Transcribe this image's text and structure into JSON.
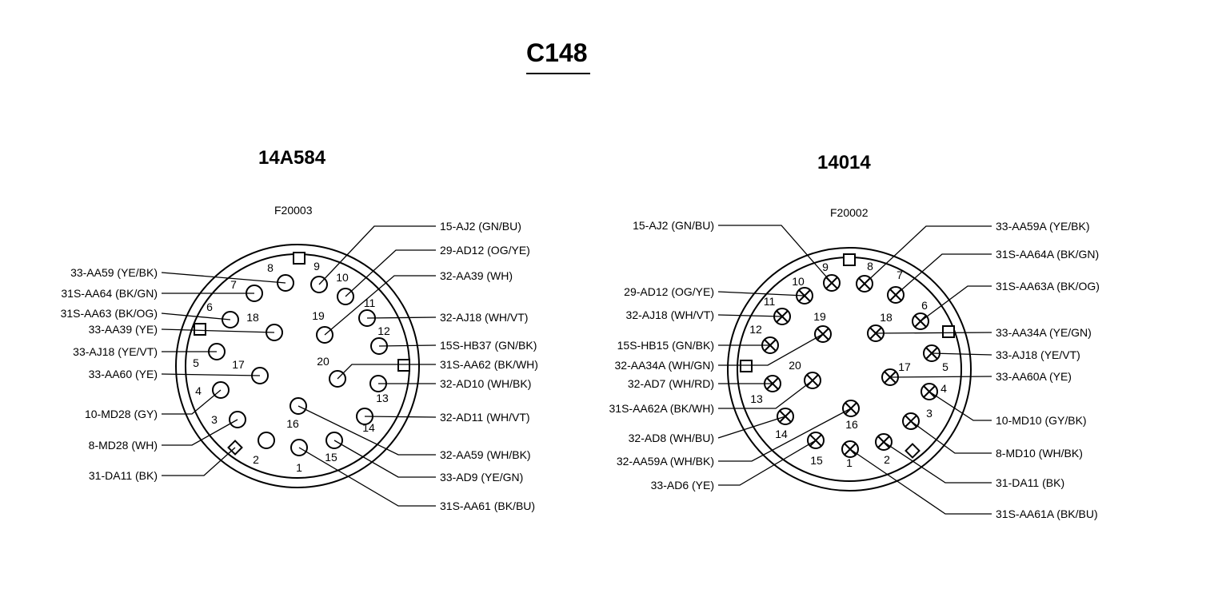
{
  "title": "C148",
  "left_connector": {
    "part_number": "14A584",
    "code": "F20003",
    "pin_type": "open",
    "pins": [
      {
        "num": "1",
        "wire": "31S-AA61 (BK/BU)"
      },
      {
        "num": "2",
        "wire": ""
      },
      {
        "num": "3",
        "wire": "8-MD28 (WH)"
      },
      {
        "num": "4",
        "wire": "10-MD28 (GY)"
      },
      {
        "num": "5",
        "wire": ""
      },
      {
        "num": "6",
        "wire": "31S-AA63 (BK/OG)"
      },
      {
        "num": "7",
        "wire": "31S-AA64 (BK/GN)"
      },
      {
        "num": "8",
        "wire": "33-AA59 (YE/BK)"
      },
      {
        "num": "9",
        "wire": "15-AJ2 (GN/BU)"
      },
      {
        "num": "10",
        "wire": "29-AD12 (OG/YE)"
      },
      {
        "num": "11",
        "wire": "32-AJ18 (WH/VT)"
      },
      {
        "num": "12",
        "wire": "15S-HB37 (GN/BK)"
      },
      {
        "num": "13",
        "wire": "32-AD10 (WH/BK)"
      },
      {
        "num": "14",
        "wire": "32-AD11 (WH/VT)"
      },
      {
        "num": "15",
        "wire": "33-AD9 (YE/GN)"
      },
      {
        "num": "16",
        "wire": "32-AA59 (WH/BK)"
      },
      {
        "num": "17",
        "wire": "33-AA60 (YE)"
      },
      {
        "num": "18",
        "wire": "33-AA39 (YE)"
      },
      {
        "num": "19",
        "wire": "32-AA39 (WH)"
      },
      {
        "num": "20",
        "wire": "31S-AA62 (BK/WH)"
      },
      {
        "num": "",
        "wire": "33-AJ18 (YE/VT)"
      },
      {
        "num": "",
        "wire": "31-DA11 (BK)"
      }
    ]
  },
  "right_connector": {
    "part_number": "14014",
    "code": "F20002",
    "pin_type": "crossed",
    "pins": [
      {
        "num": "1",
        "wire": "31S-AA61A (BK/BU)"
      },
      {
        "num": "2",
        "wire": "31-DA11 (BK)"
      },
      {
        "num": "3",
        "wire": "8-MD10 (WH/BK)"
      },
      {
        "num": "4",
        "wire": "10-MD10 (GY/BK)"
      },
      {
        "num": "5",
        "wire": ""
      },
      {
        "num": "6",
        "wire": "31S-AA63A (BK/OG)"
      },
      {
        "num": "7",
        "wire": "31S-AA64A (BK/GN)"
      },
      {
        "num": "8",
        "wire": "33-AA59A (YE/BK)"
      },
      {
        "num": "9",
        "wire": "15-AJ2 (GN/BU)"
      },
      {
        "num": "10",
        "wire": "29-AD12 (OG/YE)"
      },
      {
        "num": "11",
        "wire": "32-AJ18 (WH/VT)"
      },
      {
        "num": "12",
        "wire": "15S-HB15 (GN/BK)"
      },
      {
        "num": "13",
        "wire": "32-AD7 (WH/RD)"
      },
      {
        "num": "14",
        "wire": "32-AD8 (WH/BU)"
      },
      {
        "num": "15",
        "wire": "33-AD6 (YE)"
      },
      {
        "num": "16",
        "wire": "32-AA59A (WH/BK)"
      },
      {
        "num": "17",
        "wire": "33-AA60A (YE)"
      },
      {
        "num": "18",
        "wire": "33-AA34A (YE/GN)"
      },
      {
        "num": "19",
        "wire": "32-AA34A (WH/GN)"
      },
      {
        "num": "20",
        "wire": "31S-AA62A (BK/WH)"
      },
      {
        "num": "",
        "wire": "33-AJ18 (YE/VT)"
      }
    ]
  },
  "colors": {
    "line": "#000000",
    "background": "#ffffff"
  }
}
